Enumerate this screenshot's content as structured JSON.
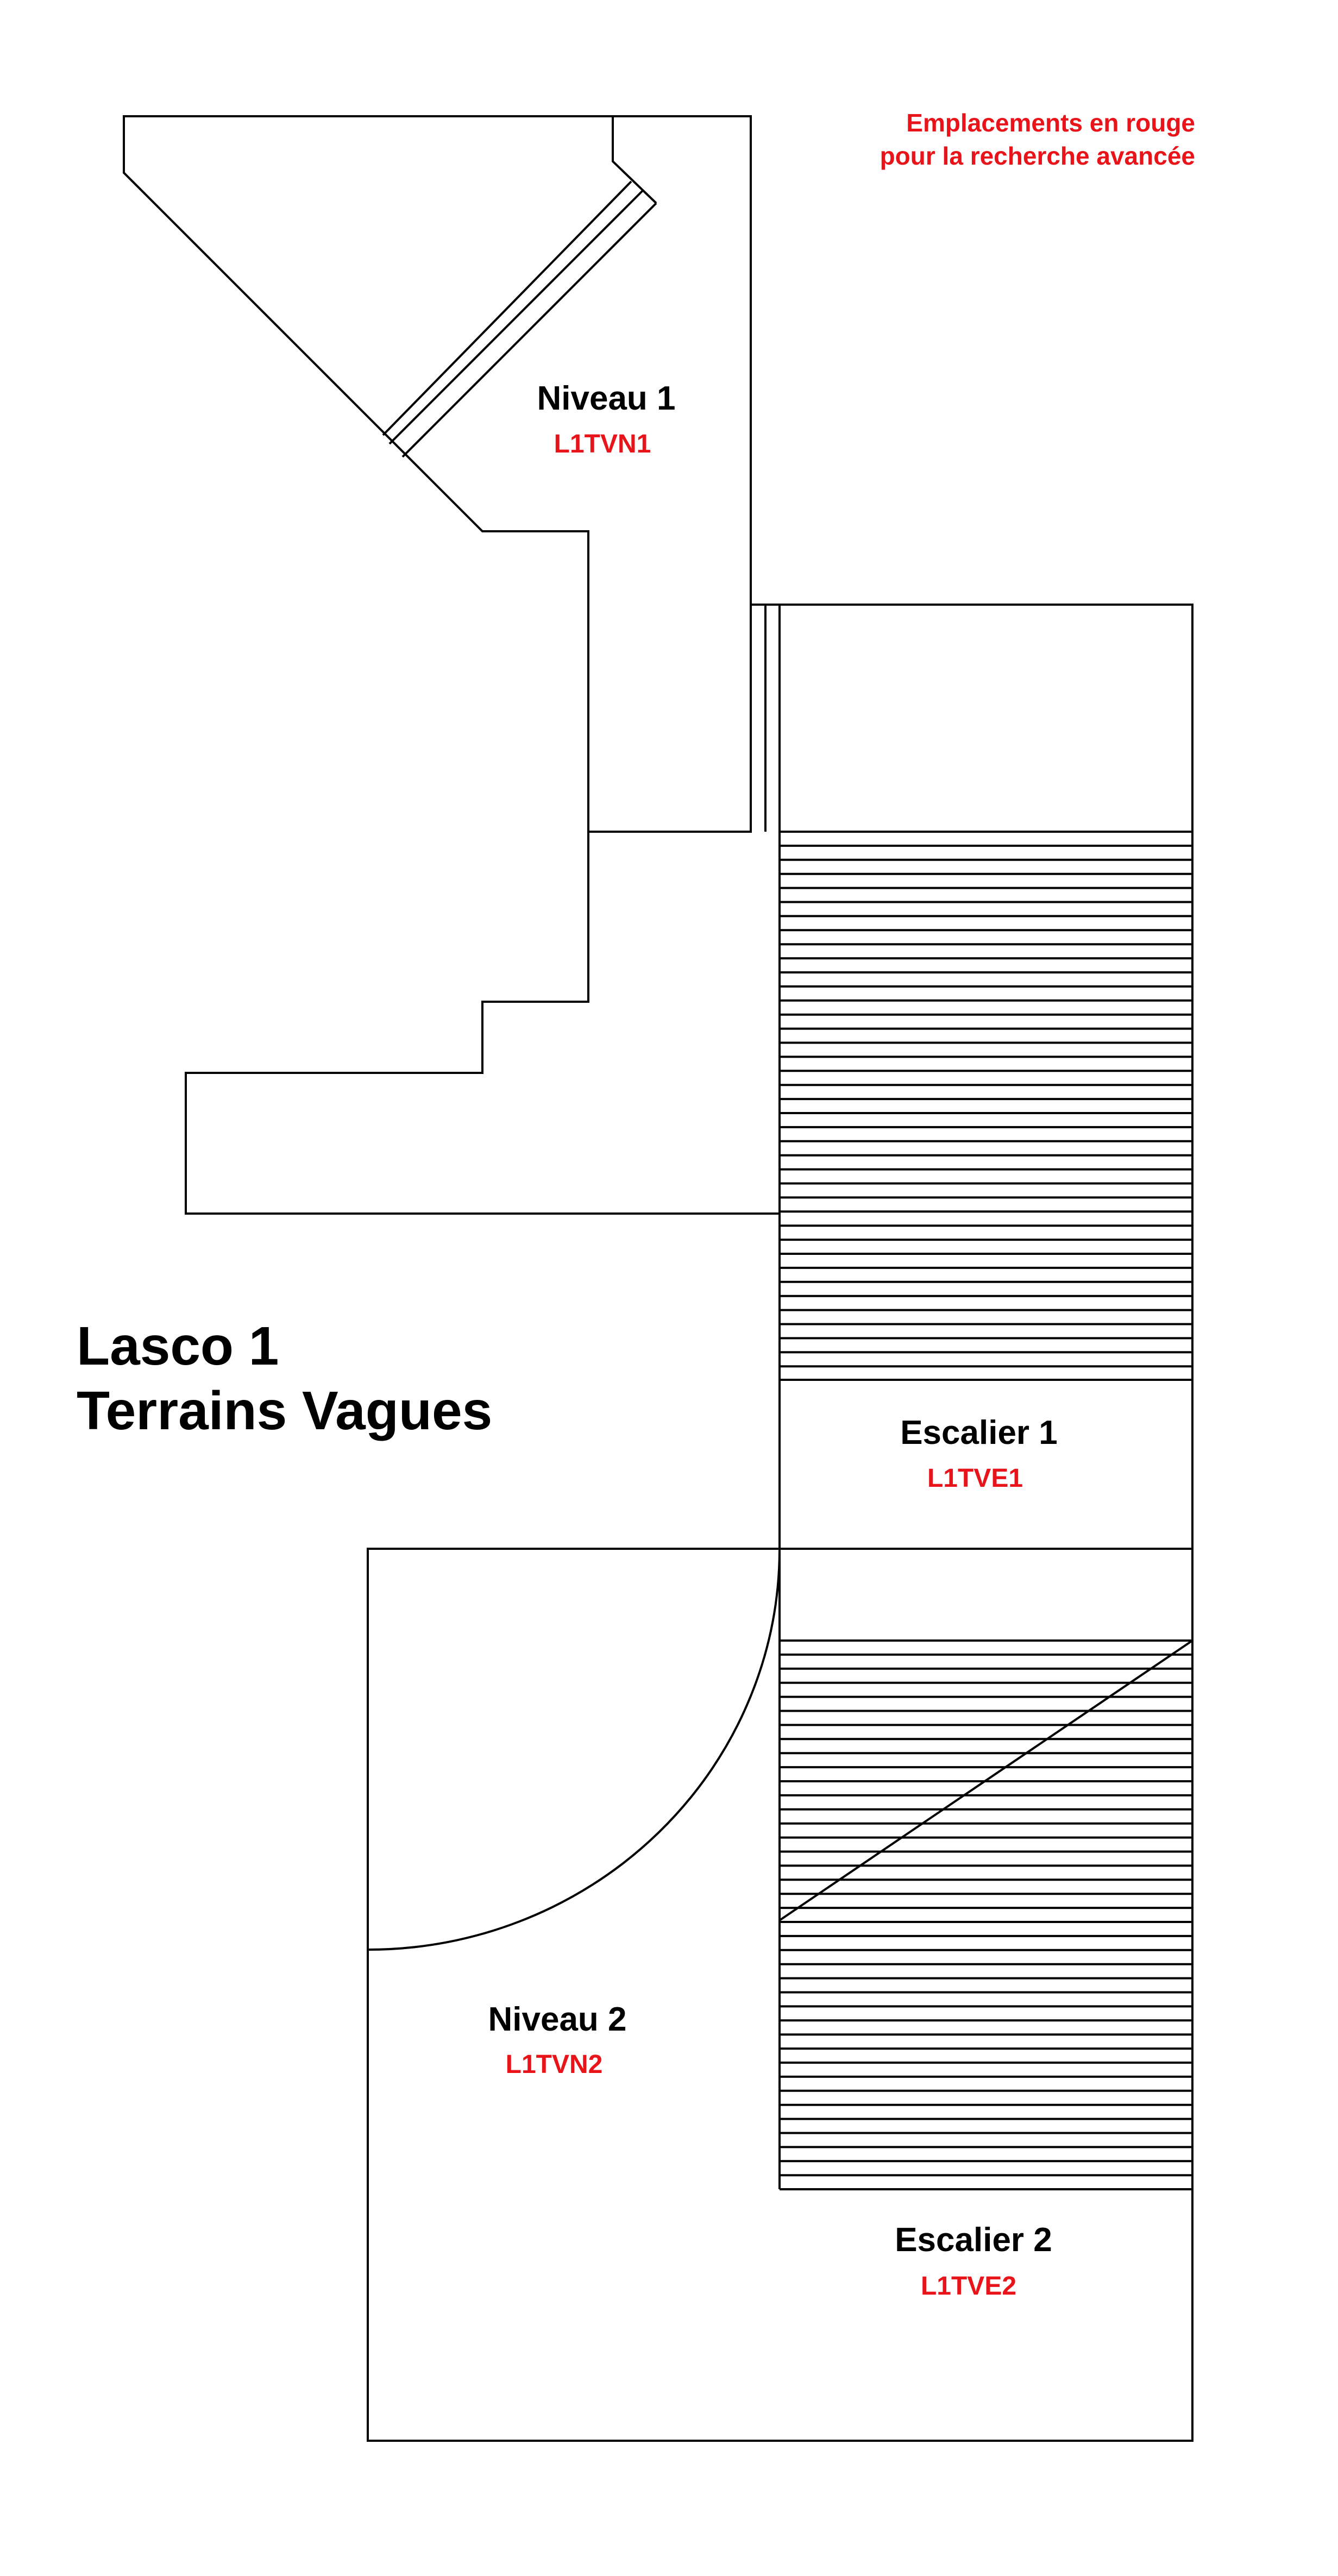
{
  "legend": {
    "line1": "Emplacements en rouge",
    "line2": "pour la recherche avancée",
    "color": "#e8141a"
  },
  "title": {
    "line1": "Lasco 1",
    "line2": "Terrains Vagues"
  },
  "rooms": {
    "niveau1": {
      "name": "Niveau 1",
      "code": "L1TVN1"
    },
    "escalier1": {
      "name": "Escalier 1",
      "code": "L1TVE1"
    },
    "niveau2": {
      "name": "Niveau 2",
      "code": "L1TVN2"
    },
    "escalier2": {
      "name": "Escalier 2",
      "code": "L1TVE2"
    }
  },
  "code_color": "#e8141a"
}
